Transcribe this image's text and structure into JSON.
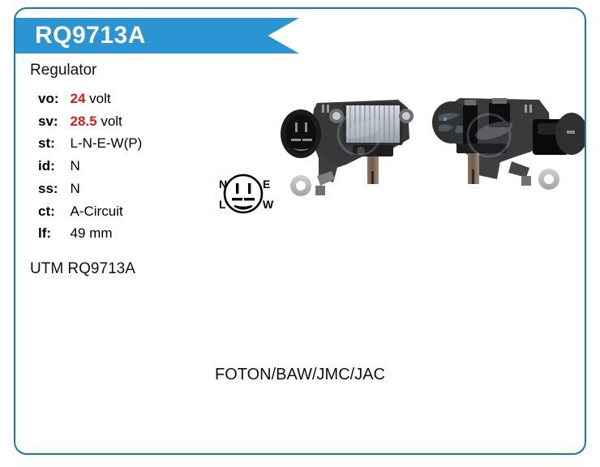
{
  "product": {
    "part_number": "RQ9713A",
    "category": "Regulator",
    "oem_reference": "UTM RQ9713A",
    "applications": "FOTON/BAW/JMC/JAC"
  },
  "specs": [
    {
      "key": "vo:",
      "value": "24",
      "unit": "volt",
      "highlight": true
    },
    {
      "key": "sv:",
      "value": "28.5",
      "unit": "volt",
      "highlight": true
    },
    {
      "key": "st:",
      "value": "L-N-E-W(P)",
      "unit": "",
      "highlight": false
    },
    {
      "key": "id:",
      "value": "N",
      "unit": "",
      "highlight": false
    },
    {
      "key": "ss:",
      "value": "N",
      "unit": "",
      "highlight": false
    },
    {
      "key": "ct:",
      "value": "A-Circuit",
      "unit": "",
      "highlight": false
    },
    {
      "key": "lf:",
      "value": "49",
      "unit": "mm",
      "highlight": false
    }
  ],
  "pinout": {
    "terminals": {
      "top_left": "N",
      "top_right": "E",
      "bottom_left": "L",
      "bottom_right": "W"
    }
  },
  "photos": {
    "front_label": "regulator-front-view",
    "back_label": "regulator-back-view"
  },
  "colors": {
    "accent": "#2b95d3",
    "border": "#1579b2",
    "value_red": "#e01b16",
    "text": "#111111"
  }
}
